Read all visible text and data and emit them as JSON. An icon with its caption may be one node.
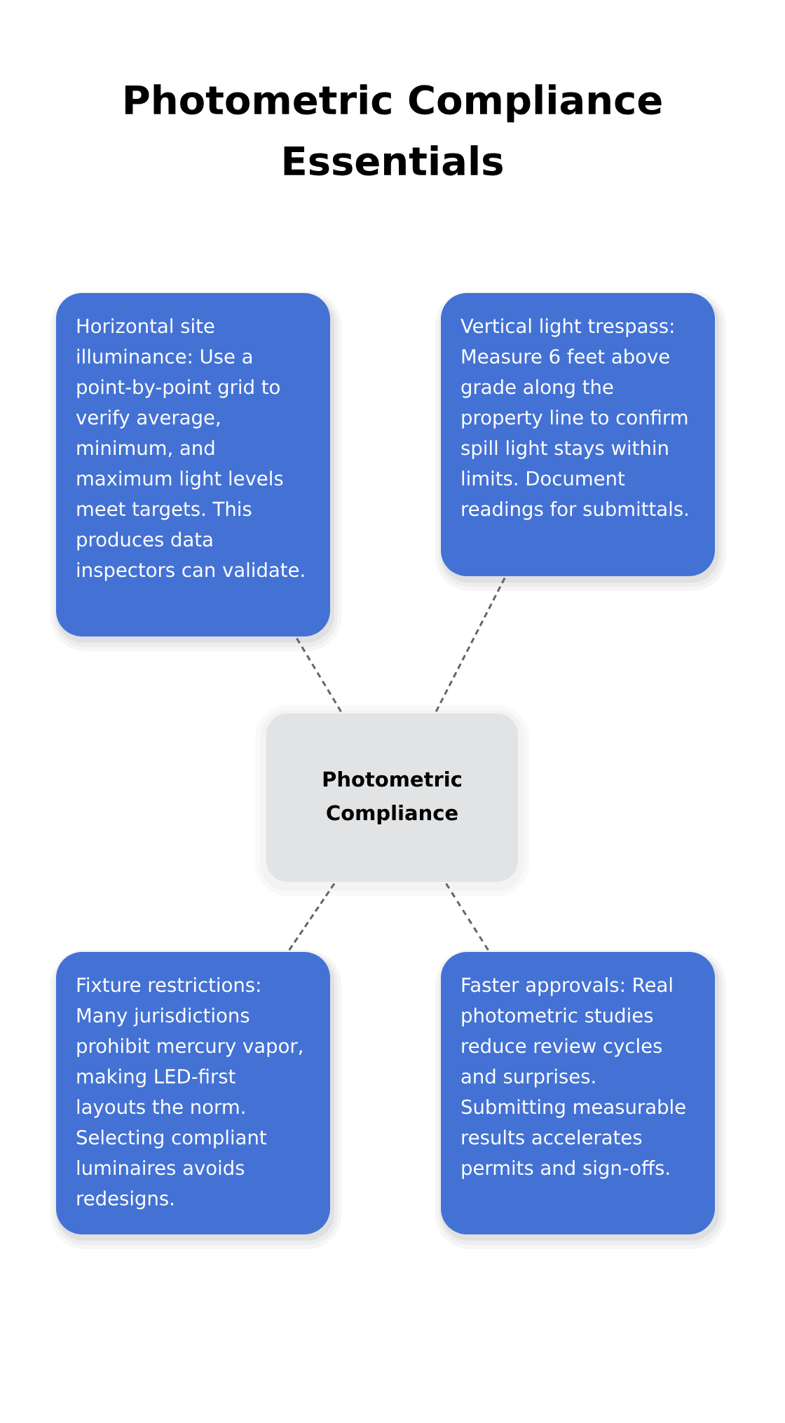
{
  "diagram": {
    "title": "Photometric Compliance Essentials",
    "nodes": [
      {
        "text": [
          "Horizontal site illuminance: Use a point-by-point grid to verify average, minimum, and maximum light levels meet targets. This produces data inspectors can validate."
        ]
      },
      {
        "text": [
          "Vertical light trespass: Measure 6 feet above grade along the property line to confirm spill light stays within limits. Document readings for submittals."
        ]
      },
      {
        "text": [
          "Photometric Compliance"
        ]
      },
      {
        "text": [
          "Fixture restrictions: Many jurisdictions prohibit mercury vapor, making LED-first layouts the norm. Selecting compliant luminaires avoids redesigns."
        ]
      },
      {
        "text": [
          "Faster approvals: Real photometric studies reduce review cycles and surprises. Submitting measurable results accelerates permits and sign-offs."
        ]
      }
    ],
    "edges": [
      {
        "from": 0,
        "to": 2,
        "arrow": "none",
        "style": "dashed"
      },
      {
        "from": 1,
        "to": 2,
        "arrow": "none",
        "style": "dashed"
      },
      {
        "from": 2,
        "to": 3,
        "arrow": "none",
        "style": "dashed"
      },
      {
        "from": 2,
        "to": 4,
        "arrow": "none",
        "style": "dashed"
      }
    ]
  }
}
